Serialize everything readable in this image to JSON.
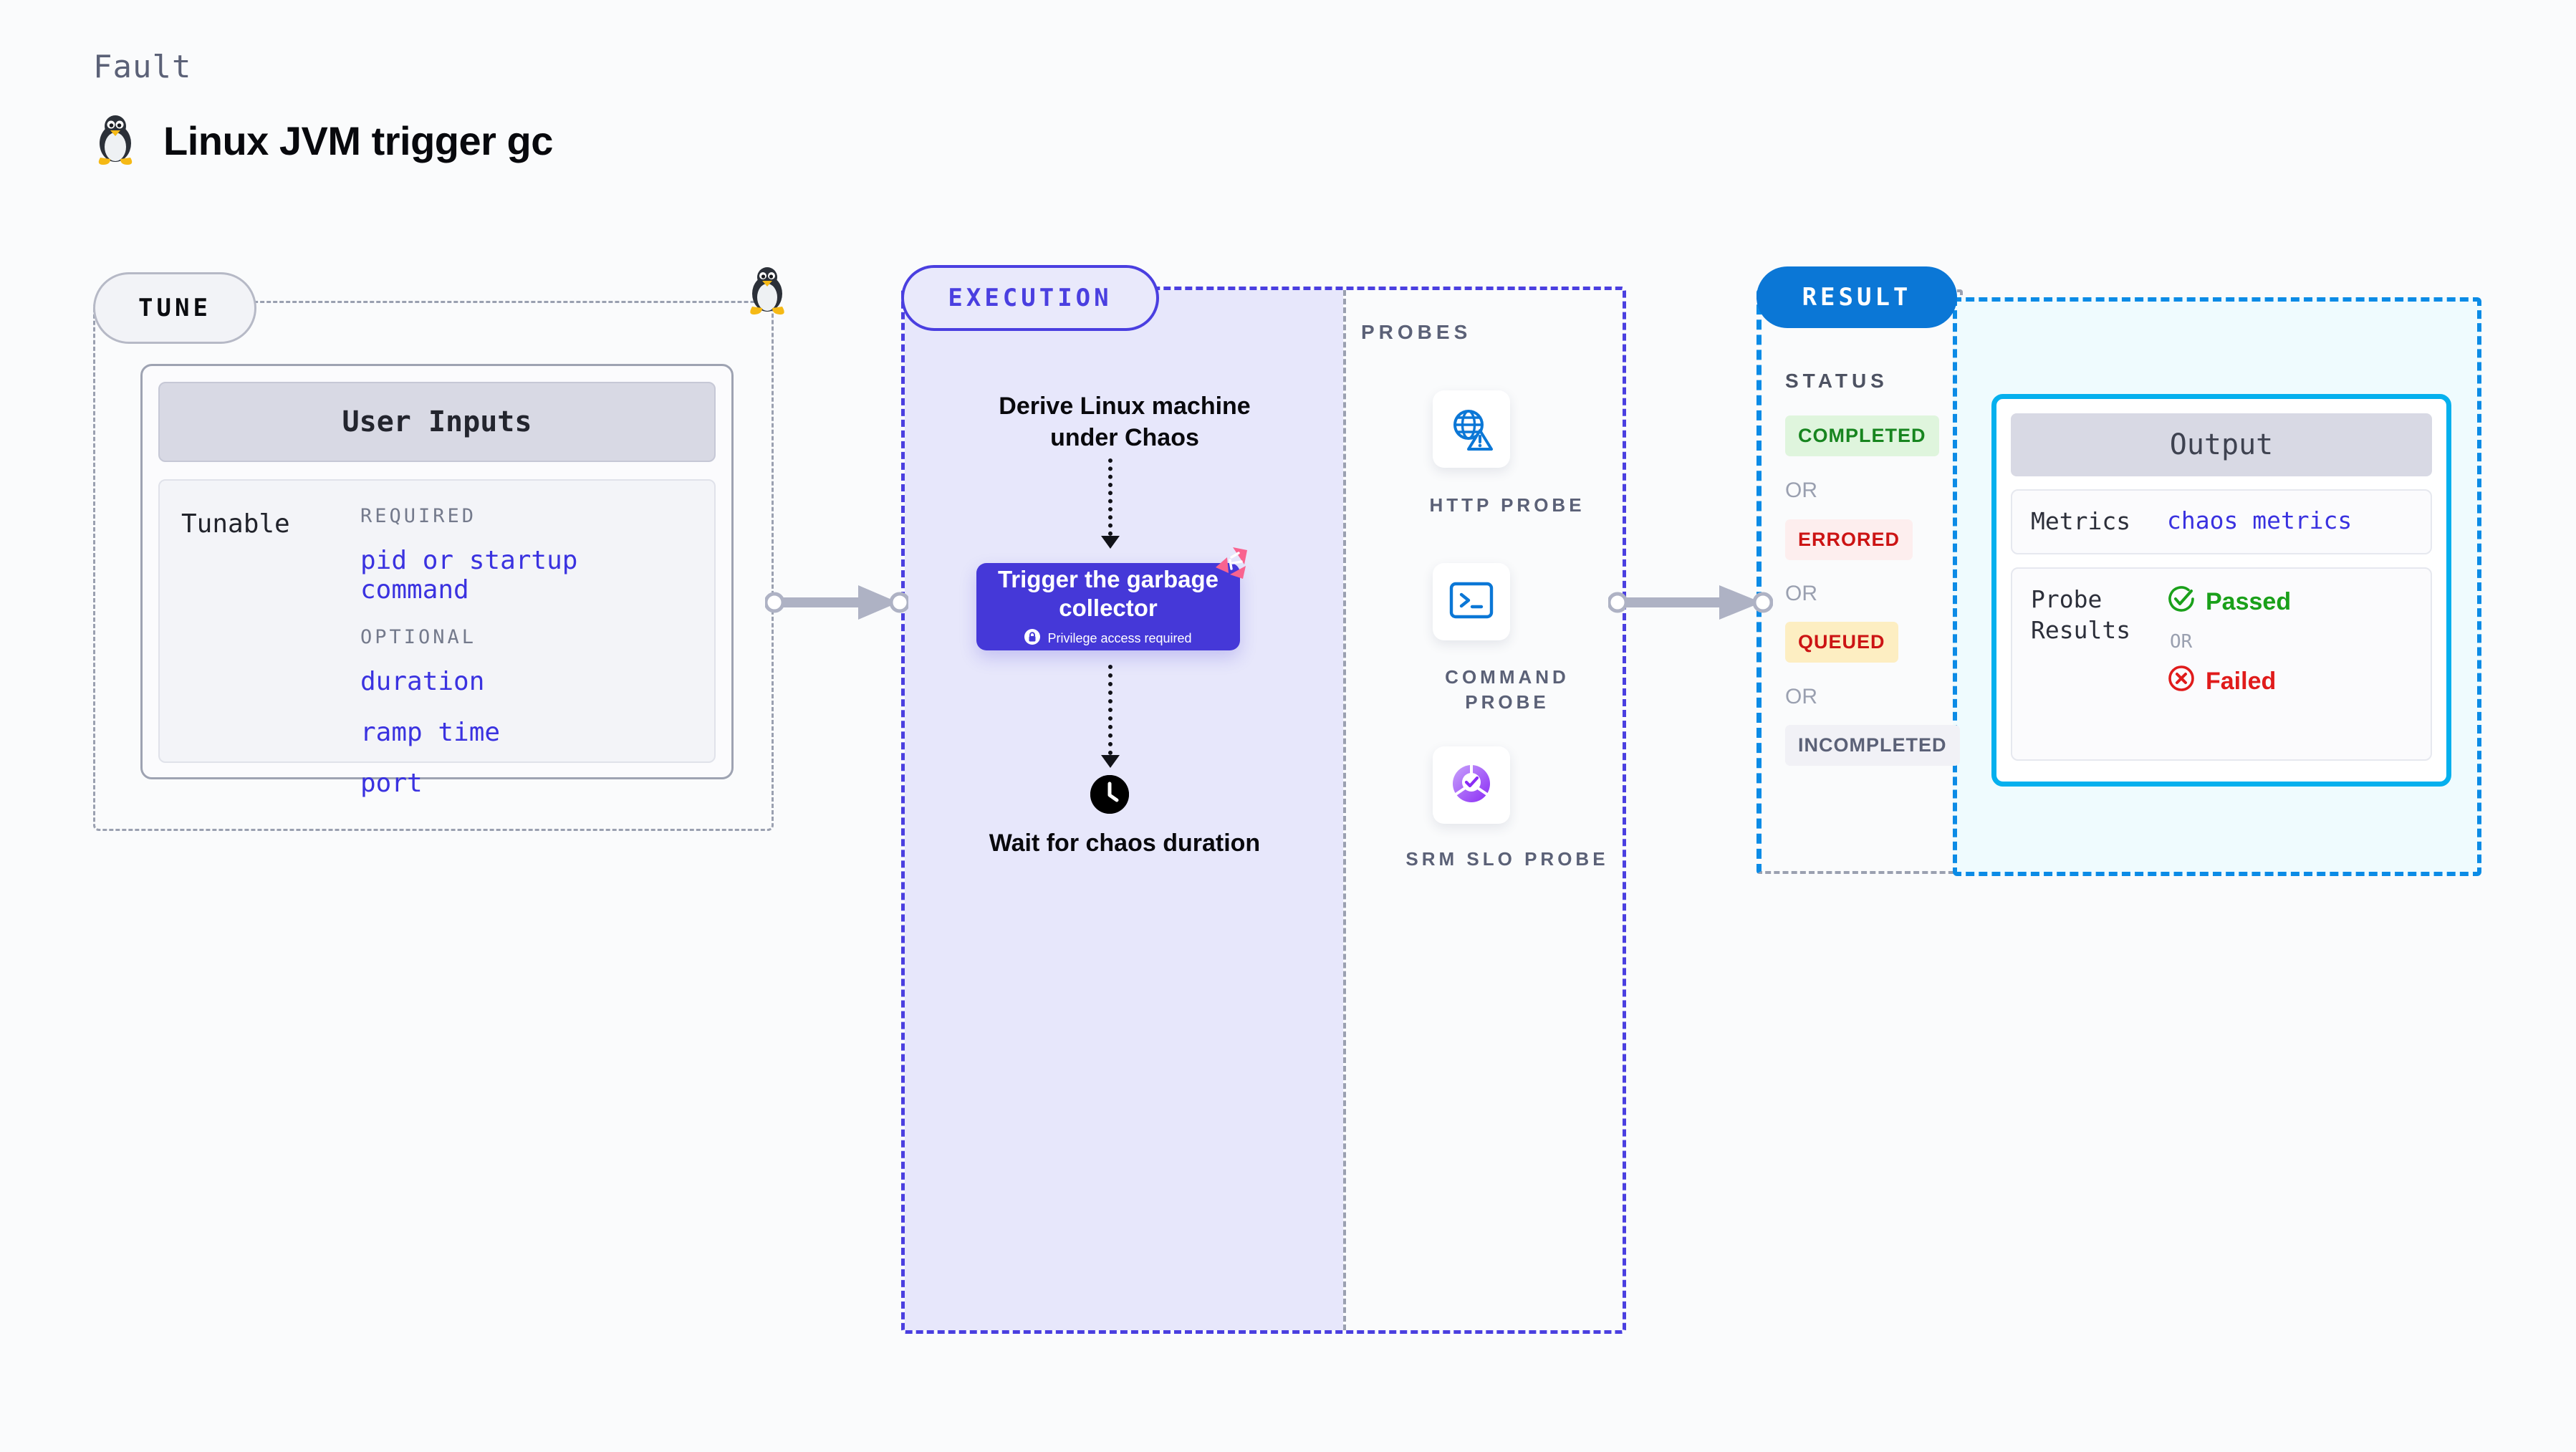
{
  "header": {
    "kicker": "Fault",
    "title": "Linux JVM trigger gc",
    "icon": "linux-penguin-icon"
  },
  "tune": {
    "badge": "TUNE",
    "edge_icon": "linux-penguin-icon",
    "card": {
      "header": "User Inputs",
      "row_label": "Tunable",
      "groups": [
        {
          "title": "REQUIRED",
          "fields": [
            "pid or startup command"
          ]
        },
        {
          "title": "OPTIONAL",
          "fields": [
            "duration",
            "ramp time",
            "port"
          ]
        }
      ]
    }
  },
  "execution": {
    "badge": "EXECUTION",
    "step_derive": "Derive Linux machine under Chaos",
    "trigger": {
      "title": "Trigger the garbage collector",
      "privilege_note": "Privilege access required",
      "lock_icon": "lock-icon",
      "corner_icon": "chaos-fault-badge-icon"
    },
    "wait": {
      "icon": "clock-icon",
      "text": "Wait for chaos duration"
    }
  },
  "probes": {
    "title": "PROBES",
    "items": [
      {
        "label": "HTTP PROBE",
        "icon": "globe-warning-icon"
      },
      {
        "label": "COMMAND PROBE",
        "icon": "terminal-icon"
      },
      {
        "label": "SRM SLO PROBE",
        "icon": "slo-donut-check-icon"
      }
    ]
  },
  "result": {
    "badge": "RESULT",
    "status_title": "STATUS",
    "or_label": "OR",
    "statuses": [
      {
        "label": "COMPLETED",
        "bg": "#dff5dd",
        "fg": "#17851f"
      },
      {
        "label": "ERRORED",
        "bg": "#fdeeee",
        "fg": "#cc1414"
      },
      {
        "label": "QUEUED",
        "bg": "#fdeec2",
        "fg": "#cc1414"
      },
      {
        "label": "INCOMPLETED",
        "bg": "#f1f1f6",
        "fg": "#5b6177"
      }
    ],
    "output": {
      "header": "Output",
      "metrics_label": "Metrics",
      "metrics_value": "chaos metrics",
      "probe_results_label": "Probe Results",
      "or_label": "OR",
      "passed": {
        "label": "Passed",
        "color": "#1aa01a",
        "icon": "check-circle-icon"
      },
      "failed": {
        "label": "Failed",
        "color": "#e01b1b",
        "icon": "x-circle-icon"
      }
    }
  },
  "connectors": [
    {
      "name": "tune-to-execution-arrow",
      "icon": "arrow-right-icon"
    },
    {
      "name": "execution-to-result-arrow",
      "icon": "arrow-right-icon"
    }
  ],
  "colors": {
    "page_bg": "#fafbfc",
    "indigo": "#4538d8",
    "execution_fill": "#e7e7fb",
    "result_blue": "#0b77d6",
    "cyan": "#05b0ee",
    "cyan_fill": "#effbfe",
    "link": "#3a32e0",
    "pink": "#f9638f"
  }
}
